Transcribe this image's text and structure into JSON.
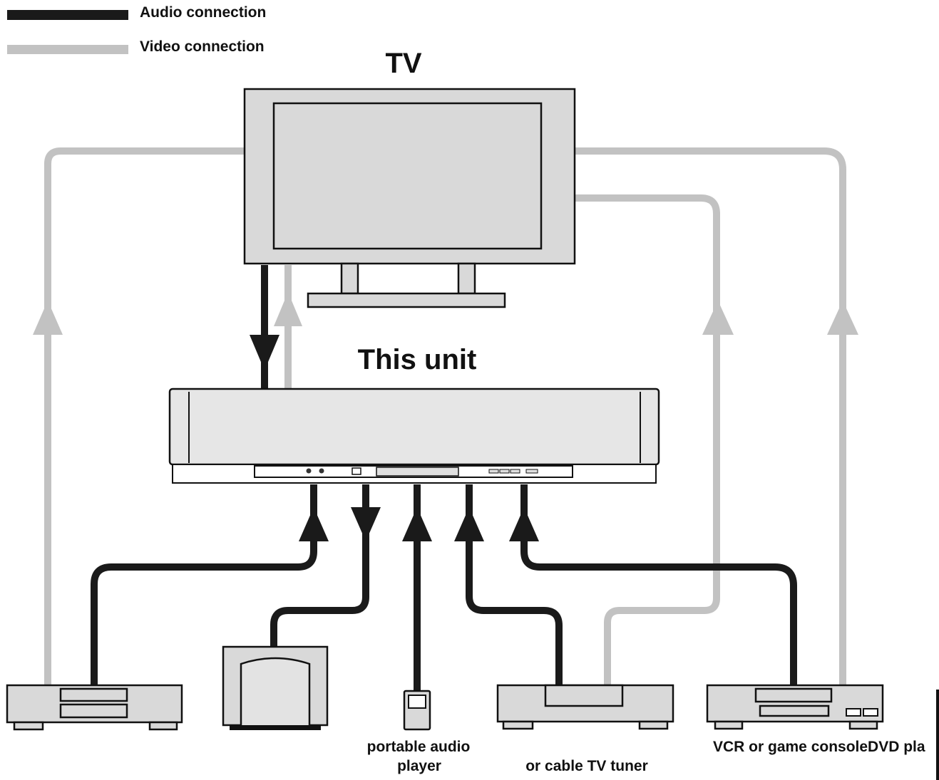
{
  "legend": {
    "audio_label": "Audio connection",
    "video_label": "Video connection",
    "audio_color": "#1a1a1a",
    "video_color": "#c2c2c2"
  },
  "tv": {
    "label": "TV"
  },
  "unit": {
    "label": "This unit"
  },
  "devices": {
    "dvd_player": "",
    "subwoofer": "",
    "portable_player": "portable audio\nplayer",
    "portable_player_line1": "portable audio",
    "portable_player_line2": "player",
    "tuner": "or cable TV tuner",
    "vcr": "VCR or game consoleDVD pla"
  }
}
